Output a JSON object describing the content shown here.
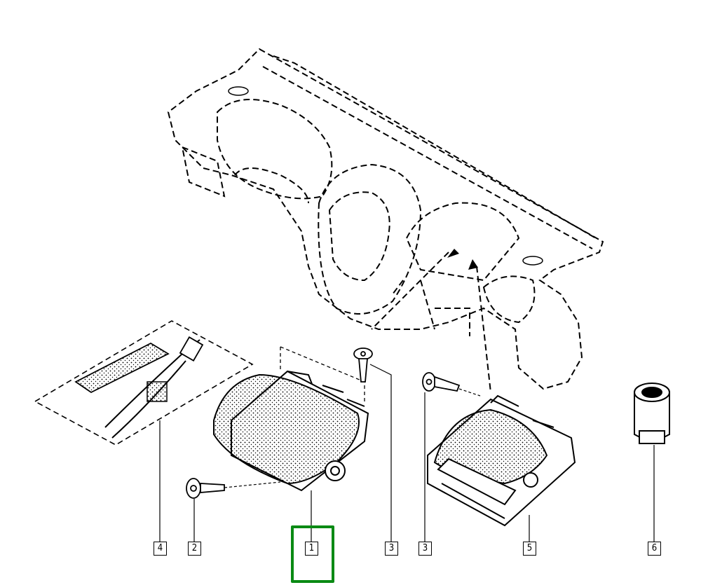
{
  "diagram": {
    "callouts": [
      {
        "id": "4",
        "label": "4"
      },
      {
        "id": "2",
        "label": "2"
      },
      {
        "id": "1",
        "label": "1"
      },
      {
        "id": "3a",
        "label": "3"
      },
      {
        "id": "3b",
        "label": "3"
      },
      {
        "id": "5",
        "label": "5"
      },
      {
        "id": "6",
        "label": "6"
      }
    ],
    "highlighted_callout": "1",
    "highlight_color": "#0a8a14"
  }
}
